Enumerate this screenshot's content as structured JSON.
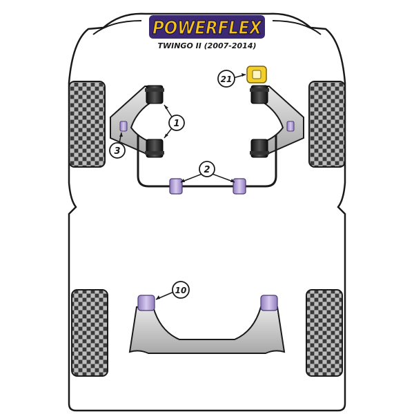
{
  "brand": {
    "logo_text": "POWERFLEX",
    "colors": {
      "logo_bg": "#3b2a73",
      "logo_text": "#f5c21b",
      "logo_stroke": "#1a1030"
    }
  },
  "title": "TWINGO II (2007-2014)",
  "callouts": [
    {
      "id": "1",
      "label": "1"
    },
    {
      "id": "2",
      "label": "2"
    },
    {
      "id": "3",
      "label": "3"
    },
    {
      "id": "10",
      "label": "10"
    },
    {
      "id": "21",
      "label": "21"
    }
  ],
  "colors": {
    "outline": "#1a1a1a",
    "arm_fill": "#c8c8c8",
    "tyre_fill": "#7a7a7a",
    "tyre_dark": "#3a3a3a",
    "bush_purple": "#b8a5d8",
    "bush_purple_dark": "#7f6aa8",
    "bush_black": "#222222",
    "bush_yellow": "#f2cf2a",
    "callout_fill": "#ffffff"
  }
}
